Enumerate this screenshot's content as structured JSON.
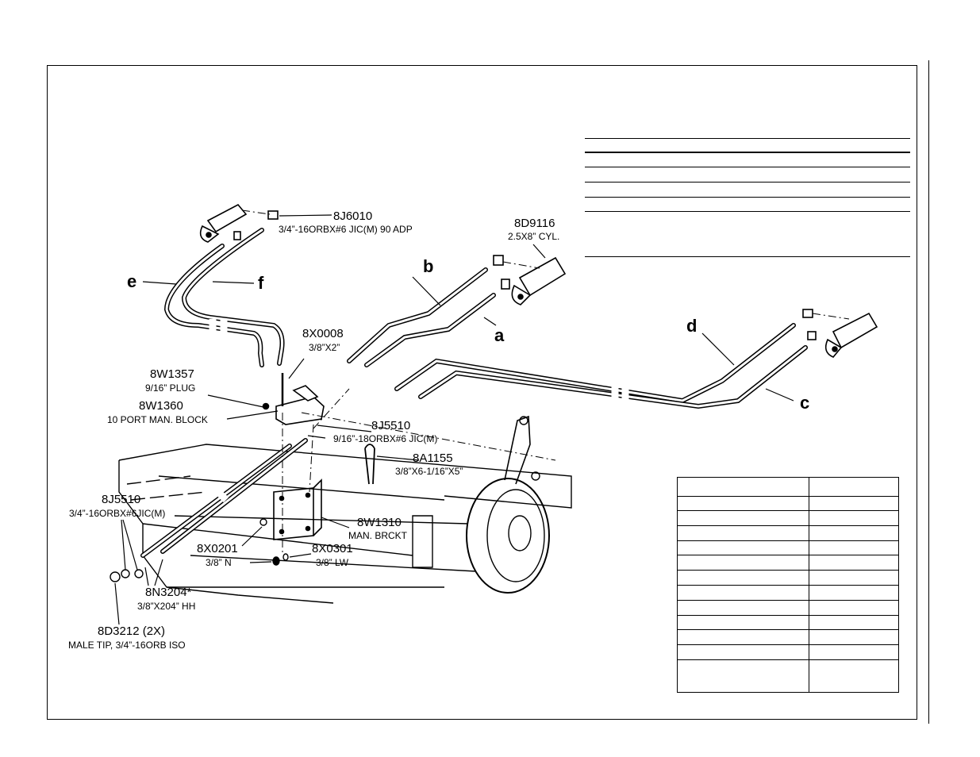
{
  "labels": {
    "j6010": {
      "part": "8J6010",
      "desc": "3/4”-16ORBX#6 JIC(M) 90 ADP"
    },
    "d9116": {
      "part": "8D9116",
      "desc": "2.5X8” CYL."
    },
    "x0008": {
      "part": "8X0008",
      "desc": "3/8”X2”"
    },
    "w1357": {
      "part": "8W1357",
      "desc": "9/16” PLUG"
    },
    "w1360": {
      "part": "8W1360",
      "desc": "10 PORT MAN. BLOCK"
    },
    "j5510a": {
      "part": "8J5510",
      "desc": "9/16”-18ORBX#6 JIC(M)"
    },
    "a1155": {
      "part": "8A1155",
      "desc": "3/8”X6-1/16”X5”"
    },
    "j5510b": {
      "part": "8J5510",
      "desc": "3/4”-16ORBX#6JIC(M)"
    },
    "w1310": {
      "part": "8W1310",
      "desc": "MAN. BRCKT"
    },
    "x0201": {
      "part": "8X0201",
      "desc": "3/8” N"
    },
    "x0301": {
      "part": "8X0301",
      "desc": "3/8” LW"
    },
    "n3204": {
      "part": "8N3204*",
      "desc": "3/8”X204” HH"
    },
    "d3212": {
      "part": "8D3212 (2X)",
      "desc": "MALE TIP, 3/4”-16ORB ISO"
    }
  },
  "hose_letters": {
    "a": "a",
    "b": "b",
    "c": "c",
    "d": "d",
    "e": "e",
    "f": "f"
  },
  "colors": {
    "line": "#000000",
    "background": "#ffffff"
  }
}
